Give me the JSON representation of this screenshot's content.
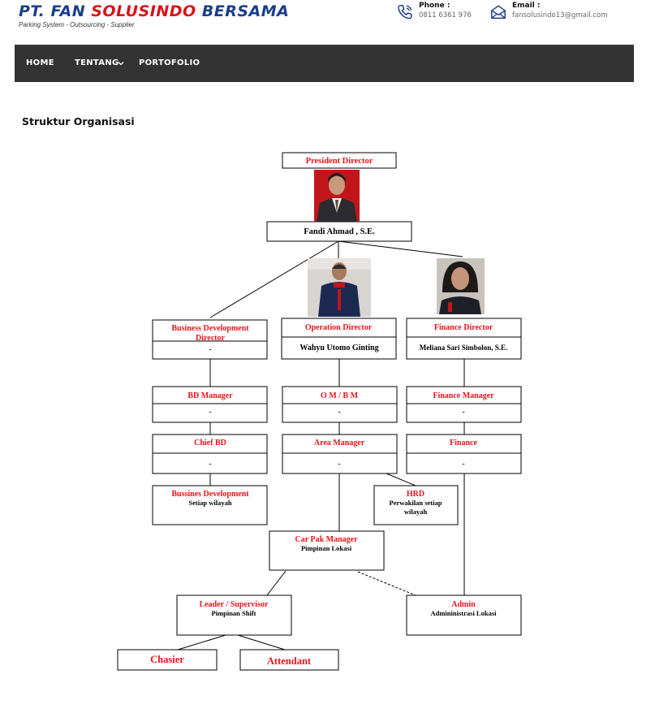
{
  "header": {
    "company_prefix": "PT. FAN ",
    "company_mid": "SOLUSINDO",
    "company_suffix": " BERSAMA",
    "tagline": "Parking System - Outsourcing - Supplier",
    "phone_label": "Phone :",
    "phone_value": "0811 6361 976",
    "email_label": "Email :",
    "email_value": "fansolusindo13@gmail.com",
    "icons": {
      "phone": "phone-icon",
      "email": "envelope-icon"
    },
    "colors": {
      "brand_blue": "#1a3e8c",
      "brand_red": "#d8141a",
      "icon_blue": "#1f3a8a"
    }
  },
  "nav": {
    "items": [
      {
        "label": "HOME"
      },
      {
        "label": "TENTANG"
      },
      {
        "label": "PORTOFOLIO"
      }
    ],
    "background": "#333333"
  },
  "main": {
    "title": "Struktur Organisasi"
  },
  "org": {
    "title_color": "#e8141a",
    "boxes": {
      "president": {
        "title": "President Director",
        "name": "Fandi Ahmad , S.E."
      },
      "bd_director": {
        "title_line1": "Business Development",
        "title_line2": "Director",
        "value": "-"
      },
      "op_director": {
        "title": "Operation Director",
        "value": "Wahyu Utomo Ginting"
      },
      "fin_director": {
        "title": "Finance Director",
        "value": "Meliana Sari Simbolon, S.E."
      },
      "bd_manager": {
        "title": "BD Manager",
        "value": "-"
      },
      "ombm": {
        "title": "O M / B M",
        "value": "-"
      },
      "fin_manager": {
        "title": "Finance Manager",
        "value": "-"
      },
      "chief_bd": {
        "title": "Chief BD",
        "value": "-"
      },
      "area_manager": {
        "title": "Area Manager",
        "value": "-"
      },
      "finance": {
        "title": "Finance",
        "value": "-"
      },
      "bussines_dev": {
        "title": "Bussines Development",
        "value": "Setiap wilayah"
      },
      "hrd": {
        "title": "HRD",
        "value_line1": "Perwakilan setiap",
        "value_line2": "wilayah"
      },
      "carpak": {
        "title": "Car Pak Manager",
        "value": "Pimpinan Lokasi"
      },
      "leader": {
        "title": "Leader / Supervisor",
        "value": "Pimpinan Shift"
      },
      "admin": {
        "title": "Admin",
        "value": "Admininistrasi Lokasi"
      },
      "chasier": {
        "title": "Chasier"
      },
      "attendant": {
        "title": "Attendant"
      }
    }
  }
}
